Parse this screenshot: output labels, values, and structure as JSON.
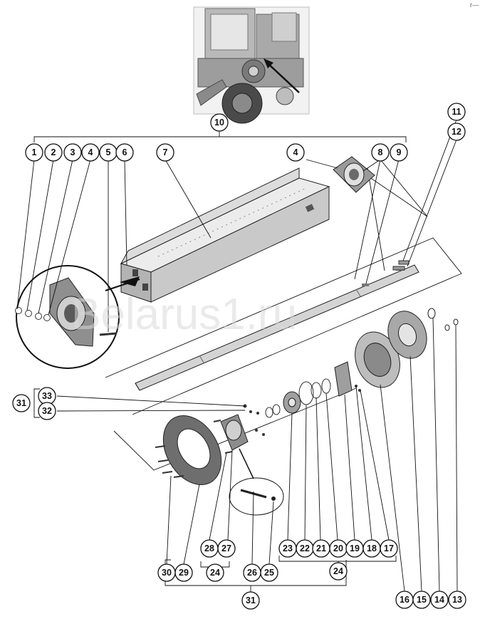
{
  "watermark": "Belarus1.ru",
  "corner_mark": "г—",
  "callouts": {
    "n1": "1",
    "n2": "2",
    "n3": "3",
    "n4a": "4",
    "n4b": "4",
    "n5": "5",
    "n6": "6",
    "n7": "7",
    "n8": "8",
    "n9": "9",
    "n10": "10",
    "n11": "11",
    "n12": "12",
    "n13": "13",
    "n14": "14",
    "n15": "15",
    "n16": "16",
    "n17": "17",
    "n18": "18",
    "n19": "19",
    "n20": "20",
    "n21": "21",
    "n22": "22",
    "n23": "23",
    "n24a": "24",
    "n24b": "24",
    "n25": "25",
    "n26": "26",
    "n27": "27",
    "n28": "28",
    "n29": "29",
    "n30": "30",
    "n31a": "31",
    "n31b": "31",
    "n32": "32",
    "n33": "33"
  },
  "colors": {
    "line": "#111111",
    "part_fill": "#d6d6d6",
    "part_dark": "#555555",
    "thumb": "#8c8c8c"
  }
}
